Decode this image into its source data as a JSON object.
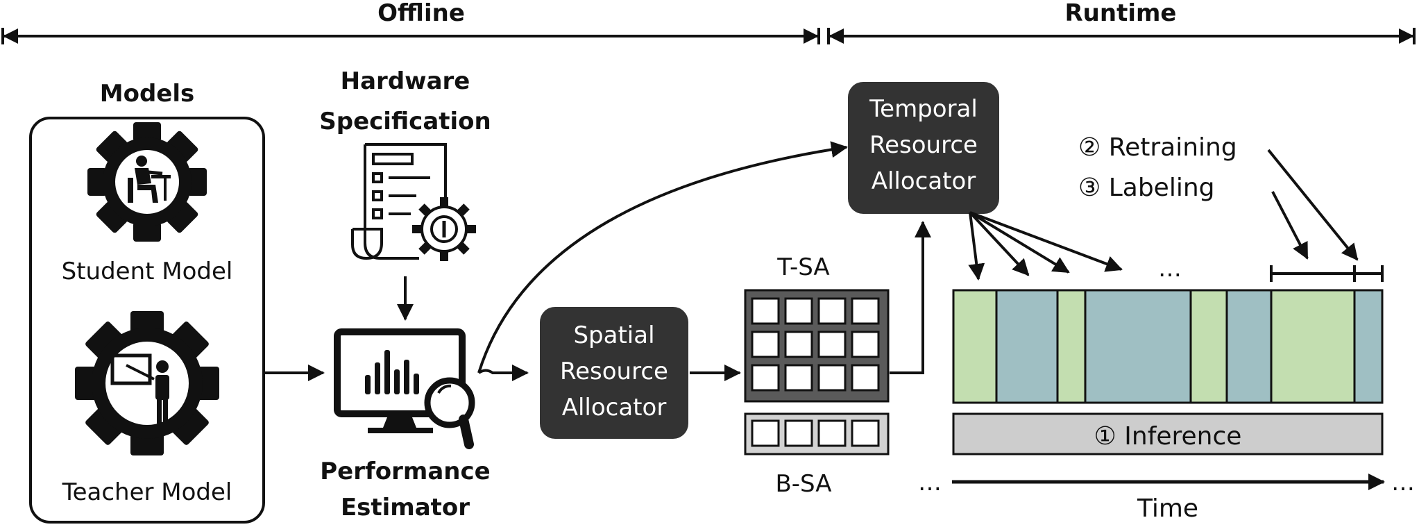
{
  "phases": {
    "offline": "Offline",
    "runtime": "Runtime"
  },
  "models": {
    "title": "Models",
    "student": "Student Model",
    "teacher": "Teacher Model"
  },
  "hardware": {
    "line1": "Hardware",
    "line2": "Specification"
  },
  "estimator": {
    "line1": "Performance",
    "line2": "Estimator"
  },
  "spatial": {
    "line1": "Spatial",
    "line2": "Resource",
    "line3": "Allocator"
  },
  "temporal": {
    "line1": "Temporal",
    "line2": "Resource",
    "line3": "Allocator"
  },
  "tsa": "T-SA",
  "bsa": "B-SA",
  "tasks": {
    "retraining": "② Retraining",
    "labeling": "③ Labeling"
  },
  "inference": "① Inference",
  "time": "Time",
  "ellipsis": "…",
  "colors": {
    "retrain_block": "#c3deb0",
    "label_block": "#9fbfc3",
    "dark_box": "#333333",
    "inference_bar": "#cdcdcd",
    "bsa_bg": "#d2d2d2",
    "tsa_bg": "#5a5a5a"
  }
}
